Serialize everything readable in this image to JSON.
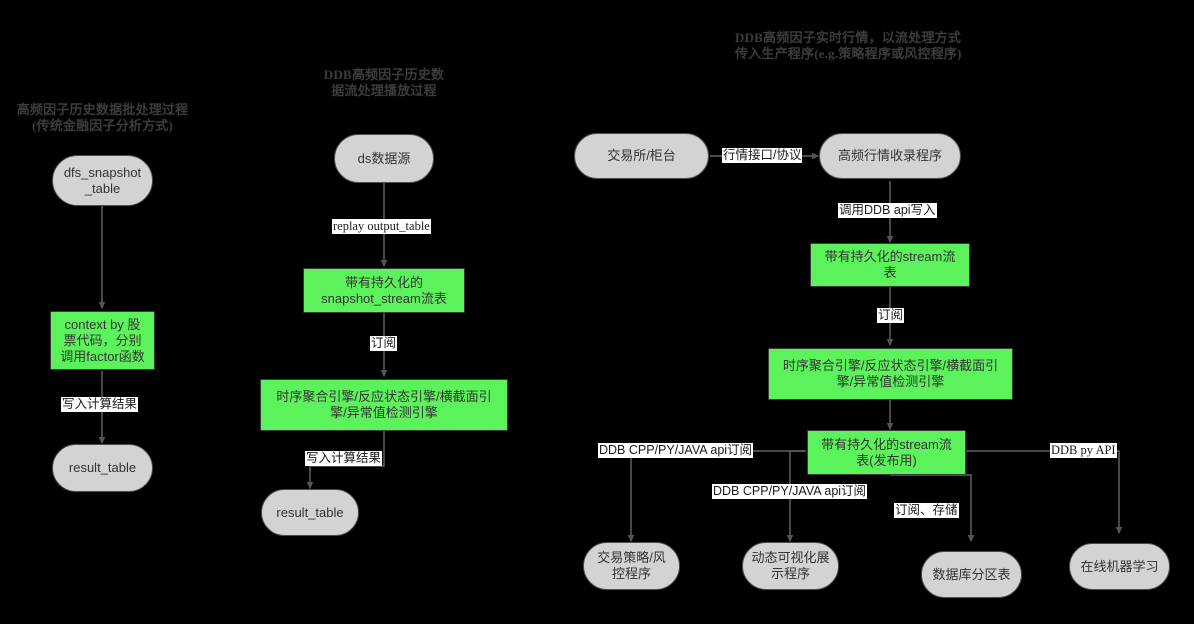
{
  "diagram": {
    "type": "flowchart",
    "background": "#000000",
    "colors": {
      "node_grey_fill": "#d3d3d3",
      "node_green_fill": "#5bf25b",
      "node_border": "#4d4d4d",
      "edge": "#555555",
      "title_text": "#3c3c3c",
      "node_text": "#333333",
      "label_bg": "#ffffff",
      "label_text": "#1a1a1a"
    }
  },
  "columns": [
    {
      "id": "col-batch",
      "title": "高频因子历史数据批处理过程\n(传统金融因子分析方式)",
      "nodes": [
        {
          "id": "dfs-snapshot-table",
          "label": "dfs_snapshot\n_table",
          "shape": "round"
        },
        {
          "id": "context-by-stock",
          "label": "context by 股\n票代码，分别\n调用factor函数",
          "shape": "green"
        },
        {
          "id": "result-table-batch",
          "label": "result_table",
          "shape": "round"
        }
      ],
      "edges": [
        {
          "from": "dfs-snapshot-table",
          "to": "context-by-stock",
          "label": ""
        },
        {
          "from": "context-by-stock",
          "to": "result-table-batch",
          "label": "写入计算结果"
        }
      ]
    },
    {
      "id": "col-replay",
      "title": "DDB高频因子历史数\n据流处理播放过程",
      "nodes": [
        {
          "id": "ds-datasource",
          "label": "ds数据源",
          "shape": "round"
        },
        {
          "id": "snapshot-stream-table",
          "label": "带有持久化的\nsnapshot_stream流表",
          "shape": "green"
        },
        {
          "id": "engines-replay",
          "label": "时序聚合引擎/反应状态引擎/横截面引\n擎/异常值检测引擎",
          "shape": "green"
        },
        {
          "id": "result-table-replay",
          "label": "result_table",
          "shape": "round"
        }
      ],
      "edges": [
        {
          "from": "ds-datasource",
          "to": "snapshot-stream-table",
          "label": "replay output_table"
        },
        {
          "from": "snapshot-stream-table",
          "to": "engines-replay",
          "label": "订阅"
        },
        {
          "from": "engines-replay",
          "to": "result-table-replay",
          "label": "写入计算结果"
        }
      ]
    },
    {
      "id": "col-realtime",
      "title": "DDB高频因子实时行情，以流处理方式\n传入生产程序(e.g.策略程序或风控程序)",
      "nodes": [
        {
          "id": "exchange-counter",
          "label": "交易所/柜台",
          "shape": "round"
        },
        {
          "id": "hf-quote-collector",
          "label": "高频行情收录程序",
          "shape": "round"
        },
        {
          "id": "stream-table-persist",
          "label": "带有持久化的stream流\n表",
          "shape": "green"
        },
        {
          "id": "engines-realtime",
          "label": "时序聚合引擎/反应状态引擎/横截面引\n擎/异常值检测引擎",
          "shape": "green"
        },
        {
          "id": "stream-table-publish",
          "label": "带有持久化的stream流\n表(发布用)",
          "shape": "green"
        },
        {
          "id": "trading-strategy-risk",
          "label": "交易策略/风\n控程序",
          "shape": "round"
        },
        {
          "id": "dynamic-visualization",
          "label": "动态可视化展\n示程序",
          "shape": "round"
        },
        {
          "id": "db-partition-table",
          "label": "数据库分区表",
          "shape": "round"
        },
        {
          "id": "online-machine-learning",
          "label": "在线机器学习",
          "shape": "round"
        }
      ],
      "edges": [
        {
          "from": "exchange-counter",
          "to": "hf-quote-collector",
          "label": "行情接口/协议"
        },
        {
          "from": "hf-quote-collector",
          "to": "stream-table-persist",
          "label": "调用DDB api写入"
        },
        {
          "from": "stream-table-persist",
          "to": "engines-realtime",
          "label": "订阅"
        },
        {
          "from": "engines-realtime",
          "to": "stream-table-publish",
          "label": ""
        },
        {
          "from": "stream-table-publish",
          "to": "trading-strategy-risk",
          "label": "DDB CPP/PY/JAVA api订阅"
        },
        {
          "from": "stream-table-publish",
          "to": "dynamic-visualization",
          "label": "DDB CPP/PY/JAVA api订阅"
        },
        {
          "from": "stream-table-publish",
          "to": "db-partition-table",
          "label": "订阅、存储"
        },
        {
          "from": "stream-table-publish",
          "to": "online-machine-learning",
          "label": "DDB py API"
        }
      ]
    }
  ]
}
